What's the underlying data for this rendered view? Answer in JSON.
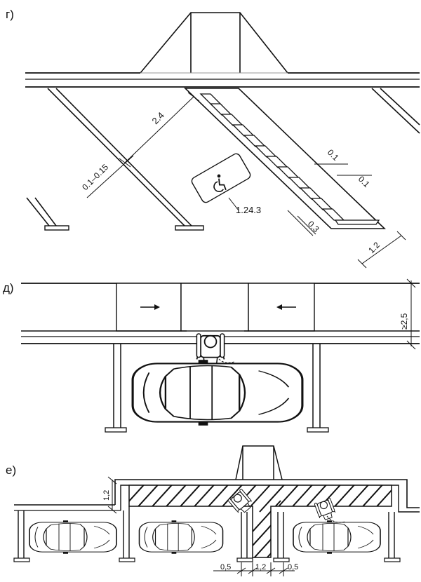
{
  "panels": [
    {
      "id": "g",
      "label": "г)",
      "dimensions": [
        "2.4",
        "0.1–0.15",
        "0.1",
        "0.1",
        "0.3",
        "1.2"
      ],
      "sign_code": "1.24.3",
      "icons": [
        "wheelchair-icon"
      ]
    },
    {
      "id": "d",
      "label": "д)",
      "dimensions": [
        "≥2,5"
      ],
      "icons": [
        "arrow-right-icon",
        "arrow-left-icon",
        "wheelchair-user-icon",
        "car-icon"
      ]
    },
    {
      "id": "e",
      "label": "е)",
      "dimensions": [
        "1,2",
        "0,5",
        "1,2",
        "0,5"
      ],
      "icons": [
        "wheelchair-user-icon",
        "wheelchair-user-icon",
        "car-icon",
        "car-icon",
        "car-icon"
      ]
    }
  ]
}
